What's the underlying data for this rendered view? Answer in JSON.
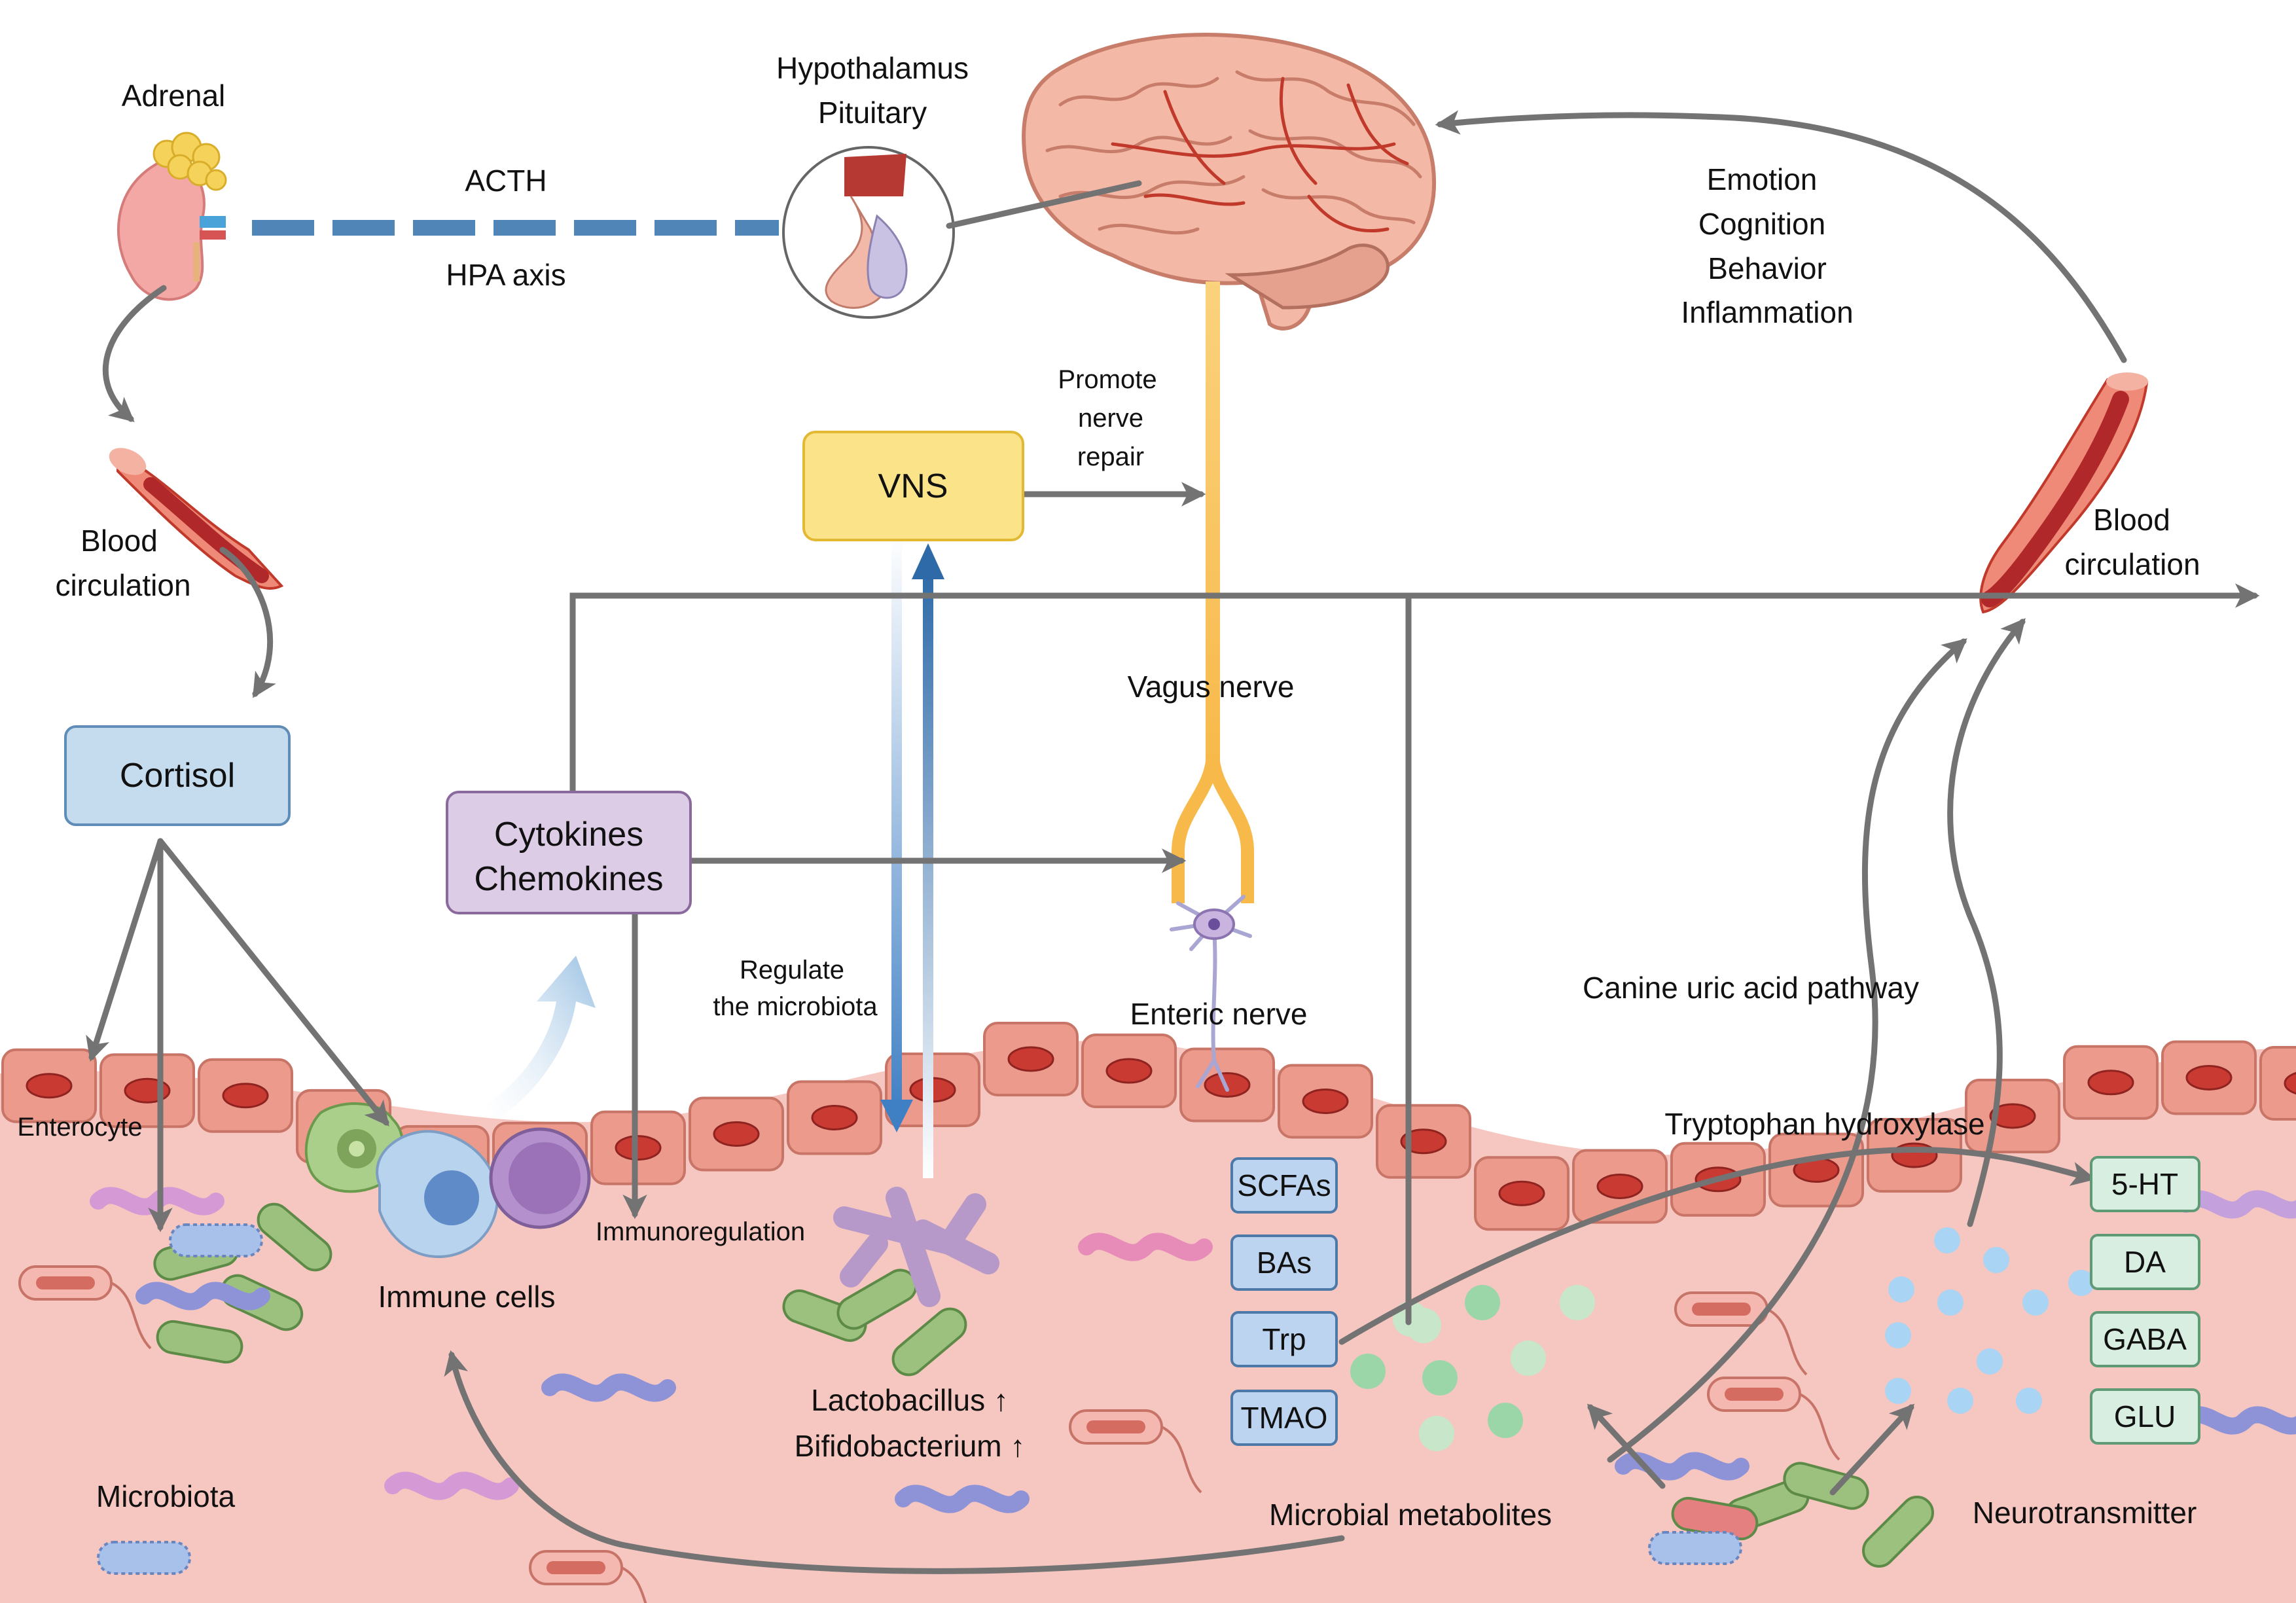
{
  "labels": {
    "adrenal": "Adrenal",
    "hypothalamus": "Hypothalamus",
    "pituitary": "Pituitary",
    "acth": "ACTH",
    "hpa_axis": "HPA axis",
    "blood_circulation_left_1": "Blood",
    "blood_circulation_left_2": "circulation",
    "blood_circulation_right_1": "Blood",
    "blood_circulation_right_2": "circulation",
    "emotion": "Emotion",
    "cognition": "Cognition",
    "behavior": "Behavior",
    "inflammation": "Inflammation",
    "promote_1": "Promote",
    "promote_2": "nerve",
    "promote_3": "repair",
    "vagus_nerve": "Vagus nerve",
    "enteric_nerve": "Enteric nerve",
    "regulate_1": "Regulate",
    "regulate_2": "the microbiota",
    "canine_uric": "Canine uric acid pathway",
    "tryptophan_hydroxylase": "Tryptophan hydroxylase",
    "enterocyte": "Enterocyte",
    "immunoregulation": "Immunoregulation",
    "immune_cells": "Immune cells",
    "microbiota": "Microbiota",
    "lactobacillus": "Lactobacillus ↑",
    "bifidobacterium": "Bifidobacterium ↑",
    "microbial_metabolites": "Microbial metabolites",
    "neurotransmitter": "Neurotransmitter"
  },
  "boxes": {
    "vns": "VNS",
    "cortisol": "Cortisol",
    "cytokines_1": "Cytokines",
    "cytokines_2": "Chemokines"
  },
  "metabolites": [
    "SCFAs",
    "BAs",
    "Trp",
    "TMAO"
  ],
  "neurotransmitters": [
    "5-HT",
    "DA",
    "GABA",
    "GLU"
  ],
  "colors": {
    "arrow": "#737373",
    "vns_fill": "#fbe38a",
    "vns_stroke": "#e3b934",
    "cortisol_fill": "#c5dbee",
    "cortisol_stroke": "#5f8db8",
    "cytokine_fill": "#ddcce6",
    "cytokine_stroke": "#8a6a9c",
    "metab_fill": "#bcd4ef",
    "metab_stroke": "#4d79a9",
    "nt_fill": "#d8eee1",
    "nt_stroke": "#5f9a77",
    "tissue": "#f6c7c0",
    "cell_fill": "#eb9a8c",
    "nucleus": "#c93a32",
    "nerve": "#f9c66b",
    "hpa_dash": "#4f86b7"
  },
  "icons": {
    "brain": "brain-icon",
    "adrenal": "adrenal-gland-icon",
    "pituitary": "pituitary-icon",
    "vessel": "blood-vessel-icon",
    "neuron": "neuron-icon",
    "immune": "immune-cell-icon",
    "bacteria": "bacteria-icon"
  }
}
